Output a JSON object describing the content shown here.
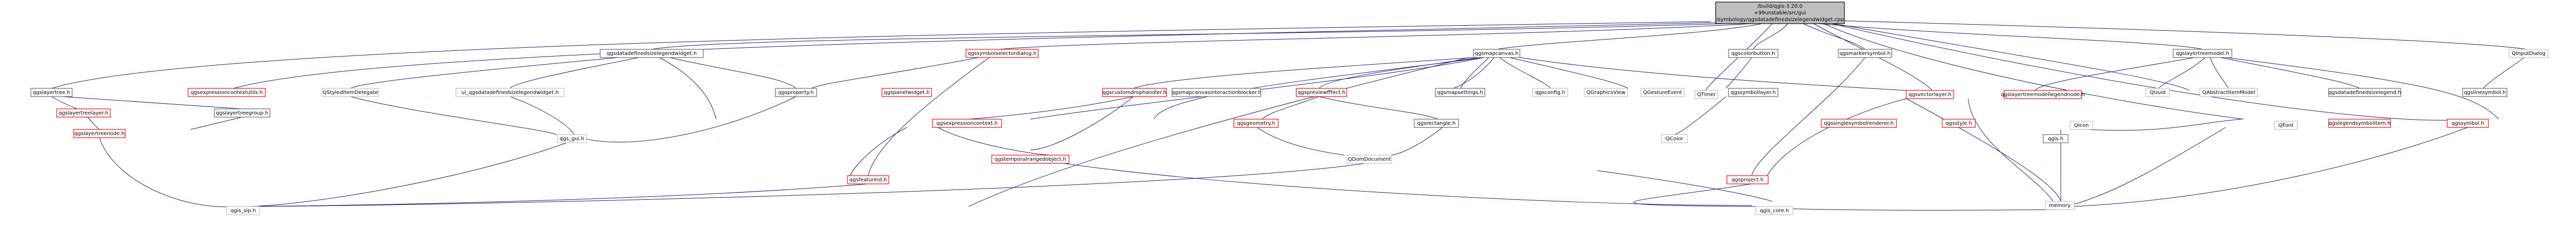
{
  "root": {
    "lines": [
      "/build/qgis-3.20.0",
      "+99unstable/src/gui",
      "/symbology/qgsdatadefinedsizelegendwidget.cpp"
    ]
  },
  "nodes": {
    "qgsdatadefinedsizelegendwidget_h": "qgsdatadefinedsizelegendwidget.h",
    "qgssymbolselectordialog_h": "qgssymbolselectordialog.h",
    "qgsmapcanvas_h": "qgsmapcanvas.h",
    "qgscolorbutton_h": "qgscolorbutton.h",
    "qgsmarkersymbol_h": "qgsmarkersymbol.h",
    "qgslayertreemodel_h": "qgslayertreemodel.h",
    "QInputDialog": "QInputDialog",
    "qgslayertree_h": "qgslayertree.h",
    "qgsexpressioncontextutils_h": "qgsexpressioncontextutils.h",
    "QStyledItemDelegate": "QStyledItemDelegate",
    "ui_qgsdatadefinedsizelegendwidget_h": "ui_qgsdatadefinedsizelegendwidget.h",
    "qgsproperty_h": "qgsproperty.h",
    "qgspanelwidget_h": "qgspanelwidget.h",
    "qgscustomdrophandler_h": "qgscustomdrophandler.h",
    "qgsmapcanvasinteractionblocker_h": "qgsmapcanvasinteractionblocker.h",
    "qgspreviewfffect_h": "qgspreviewfffect.h",
    "qgsmapsettings_h": "qgsmapsettings.h",
    "qgsconfig_h": "qgsconfig.h",
    "QGraphicsView": "QGraphicsView",
    "QGestureEvent": "QGestureEvent",
    "QTimer": "QTimer",
    "qgssymbollayer_h": "qgssymbollayer.h",
    "qgsvectorlayer_h": "qgsvectorlayer.h",
    "qgslayertreemodellegendnode_h": "qgslayertreemodellegendnode.h",
    "QIcon": "QIcon",
    "QUuid": "QUuid",
    "QAbstractItemModel": "QAbstractItemModel",
    "qgsdatadefinedsizelegend_h": "qgsdatadefinedsizelegend.h",
    "qgslinesymbol_h": "qgslinesymbol.h",
    "qgslayertreelayer_h": "qgslayertreelayer.h",
    "qgslayertreegroup_h": "qgslayertreegroup.h",
    "qgslayertreenode_h": "qgslayertreenode.h",
    "qgs_gui_h": "qgs_gui.h",
    "qgsexpressioncontext_h": "qgsexpressioncontext.h",
    "qgsfeatureid_h": "qgsfeatureid.h",
    "qgstemporalrangedobject_h": "qgstemporalrangedobject.h",
    "qgsgeometry_h": "qgsgeometry.h",
    "qgsrectangle_h": "qgsrectangle.h",
    "QDomDocument": "QDomDocument",
    "QColor": "QColor",
    "qgssinglesymbolrenderer_h": "qgssinglesymbolrenderer.h",
    "qgsproject_h": "qgsproject.h",
    "qgsstyle_h": "qgsstyle.h",
    "qgis_h": "qgis.h",
    "QFont": "QFont",
    "qgslegendsymbolitem_h": "qgslegendsymbolitem.h",
    "qgssymbol_h": "qgssymbol.h",
    "qgis_sip_h": "qgis_sip.h",
    "qgis_core_h": "qgis_core.h",
    "memory": "memory"
  },
  "colors": {
    "edge": "#191970",
    "root_fill": "#bfbfbf",
    "missing_border": "#ff0000",
    "plain_border": "#bfbfbf"
  }
}
